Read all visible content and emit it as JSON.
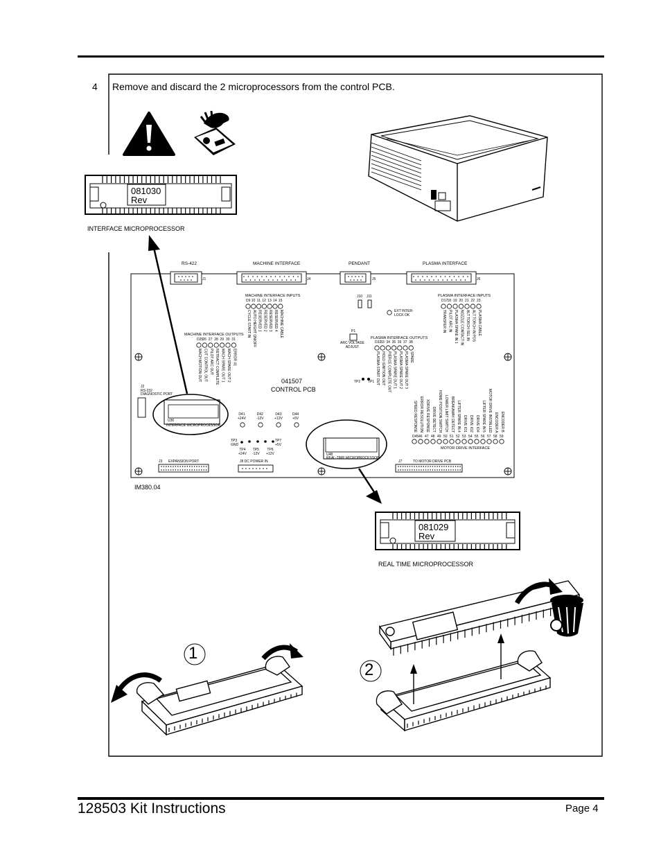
{
  "step": {
    "number": "4",
    "instruction": "Remove and discard the 2 microprocessors from the control PCB."
  },
  "chips": {
    "interface": {
      "part": "081030",
      "rev": "Rev",
      "caption": "INTERFACE MICROPROCESSOR"
    },
    "realtime": {
      "part": "081029",
      "rev": "Rev",
      "caption": "REAL TIME MICROPROCESSOR"
    }
  },
  "pcb": {
    "board_name": "041507",
    "board_sub": "CONTROL PCB",
    "figure_id": "IM380.04",
    "connectors": {
      "rs422": "RS-422",
      "machine_interface": "MACHINE INTERFACE",
      "pendant": "PENDANT",
      "plasma_interface": "PLASMA INTERFACE",
      "j1": "J1",
      "j4": "J4",
      "j5": "J5",
      "j6": "J6",
      "j10": "J10",
      "j11": "J11",
      "rs232_label": "J2\nRS-232\nDIAGNOSTIC PORT",
      "expansion": "EXPANSION PORT",
      "j3": "J3",
      "dc_power": "J8 DC POWER IN",
      "j7": "J7",
      "motor_drive_pcb": "TO MOTOR DRIVE PCB"
    },
    "groups": {
      "mi_inputs": "MACHINE INTERFACE INPUTS",
      "mi_outputs": "MACHINE INTERFACE OUTPUTS",
      "pi_inputs": "PLASMA INTERFACE INPUTS",
      "pi_outputs": "PLASMA INTERFACE OUTPUTS",
      "motor_drive": "MOTOR DRIVE INTERFACE",
      "ext_interlock": "EXT INTER-\nLOCK OK",
      "arc_voltage": "ARC VOLTAGE\nADJUST",
      "p1": "P1",
      "u36": "U36",
      "u36_name": "INTERFACE MICROPROCESSOR",
      "u48": "U48",
      "u48_name": "REAL-TIME MICROPROCESSOR"
    },
    "leds_power": [
      "D41\n+24V",
      "D42\n-12V",
      "D43\n+12V",
      "D44\n+5V"
    ],
    "test_points": [
      "TP3\nGND",
      "TP4\n+24V",
      "TP5\n-12V",
      "TP6\n+12V",
      "TP7\n+5V"
    ],
    "tp_small": [
      "TP2",
      "TP1"
    ],
    "mi_input_nums": [
      "D9",
      "10",
      "11",
      "12",
      "13",
      "14",
      "15"
    ],
    "mi_input_labels": [
      "CYCLE START IN",
      "AUTO HEIGHT ON/OFF",
      "RESERVED 1",
      "RESERVED 2",
      "RESERVED 3",
      "RESERVED 4",
      "MACHINE CABLE"
    ],
    "mi_output_nums": [
      "D25",
      "26",
      "27",
      "28",
      "29",
      "30",
      "31"
    ],
    "mi_output_labels": [
      "MACH MOTION OUT",
      "CUT CONTROL OUT",
      "PILOT ARC OUT",
      "RETRACT COMPLETE",
      "MACH SPARE OUT 1",
      "MACH SPARE OUT 2",
      "ERROR #1"
    ],
    "pi_input_nums": [
      "D17",
      "18",
      "19",
      "20",
      "21",
      "22",
      "23"
    ],
    "pi_input_labels": [
      "TRANSFER IN",
      "PILOT ARC IN",
      "PLASMA SPARE IN 1",
      "NOZZLE CONTACT IN",
      "ALT TORCH SEL IN",
      "ALT TORCH IN POS",
      "PLASMA CABLE"
    ],
    "pi_output_nums": [
      "D32",
      "33",
      "34",
      "35",
      "36",
      "37",
      "38"
    ],
    "pi_output_labels": [
      "PLASMA START OUT",
      "HOLD IGNITION OUT",
      "PIERCE COMPLETE OUT",
      "PLASMA SPARE OUT 1",
      "PLASMA SPARE OUT 2",
      "PLASMA SPARE OUT 3",
      "SPARE"
    ],
    "md_nums": [
      "D45",
      "46",
      "47",
      "48",
      "49",
      "50",
      "51",
      "52",
      "53",
      "54",
      "55",
      "56",
      "57",
      "58",
      "59"
    ],
    "md_labels": [
      "SPEED RESPONSE",
      "ERROR RESOLUTION",
      "XDRIVE RESPONSE",
      "DRIVE DETECT",
      "HOME POSITION SWITCH",
      "LOWER LIMIT SWITCH",
      "BREAKAWAY DETECT",
      "LIFTER SPARE IN 4",
      "DRIVE IO1",
      "DRIVE IO2",
      "DRIVE IO4",
      "LIFTER SPARE IN 5",
      "MOTOR DRIVE INSTALLED",
      "ENCODER A",
      "ENCODER B"
    ]
  },
  "steps": {
    "one": "1",
    "two": "2"
  },
  "footer": {
    "title": "128503 Kit Instructions",
    "page": "Page 4"
  }
}
